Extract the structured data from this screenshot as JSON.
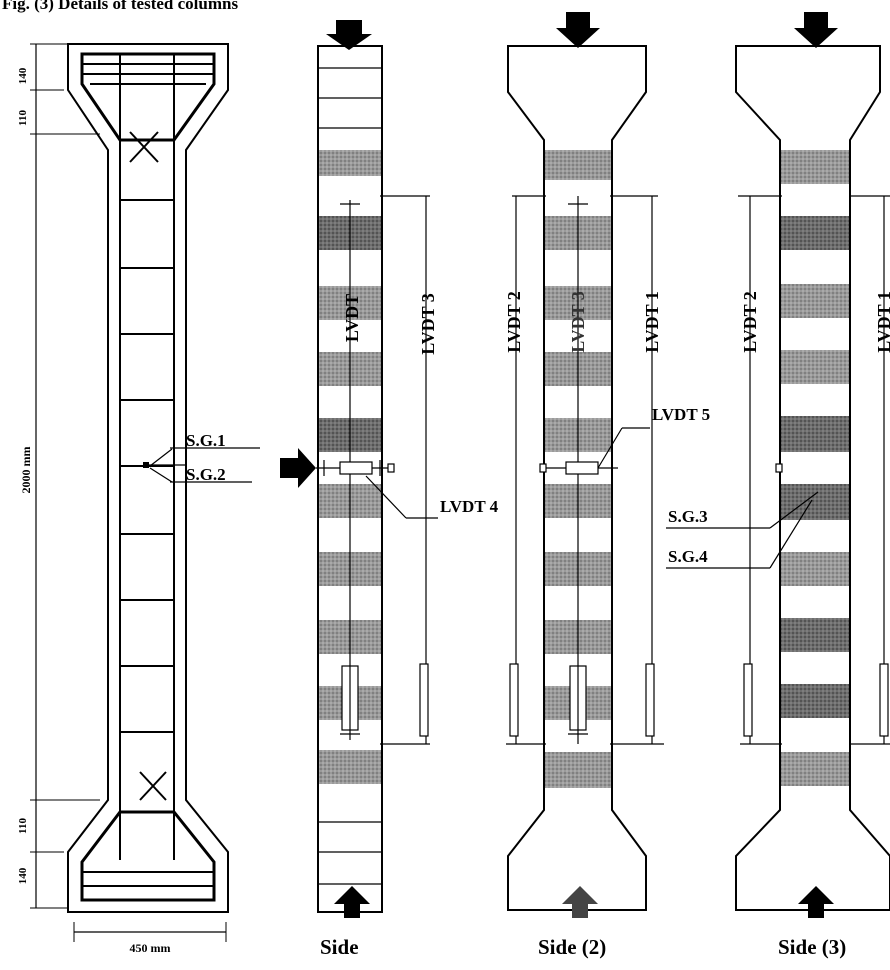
{
  "figure": {
    "caption_fragment": "Fig. (3) Details of tested columns",
    "dimensions": {
      "top_140": "140",
      "top_110": "110",
      "height": "2000 mm",
      "bottom_110": "110",
      "bottom_140": "140",
      "width": "450 mm"
    },
    "strain_gauges": {
      "sg1": "S.G.1",
      "sg2": "S.G.2",
      "sg3": "S.G.3",
      "sg4": "S.G.4"
    },
    "lvdts": {
      "lvdt1": "LVDT 1",
      "lvdt2": "LVDT 2",
      "lvdt3": "LVDT 3",
      "lvdt4": "LVDT 4",
      "lvdt5": "LVDT 5",
      "lvdt_vertical": "LVDT"
    },
    "side_labels": {
      "side1": "Side",
      "side2": "Side (2)",
      "side3": "Side (3)"
    }
  },
  "colors": {
    "cfrp_band": "#8f8f8f",
    "line": "#000000",
    "background": "#ffffff"
  }
}
